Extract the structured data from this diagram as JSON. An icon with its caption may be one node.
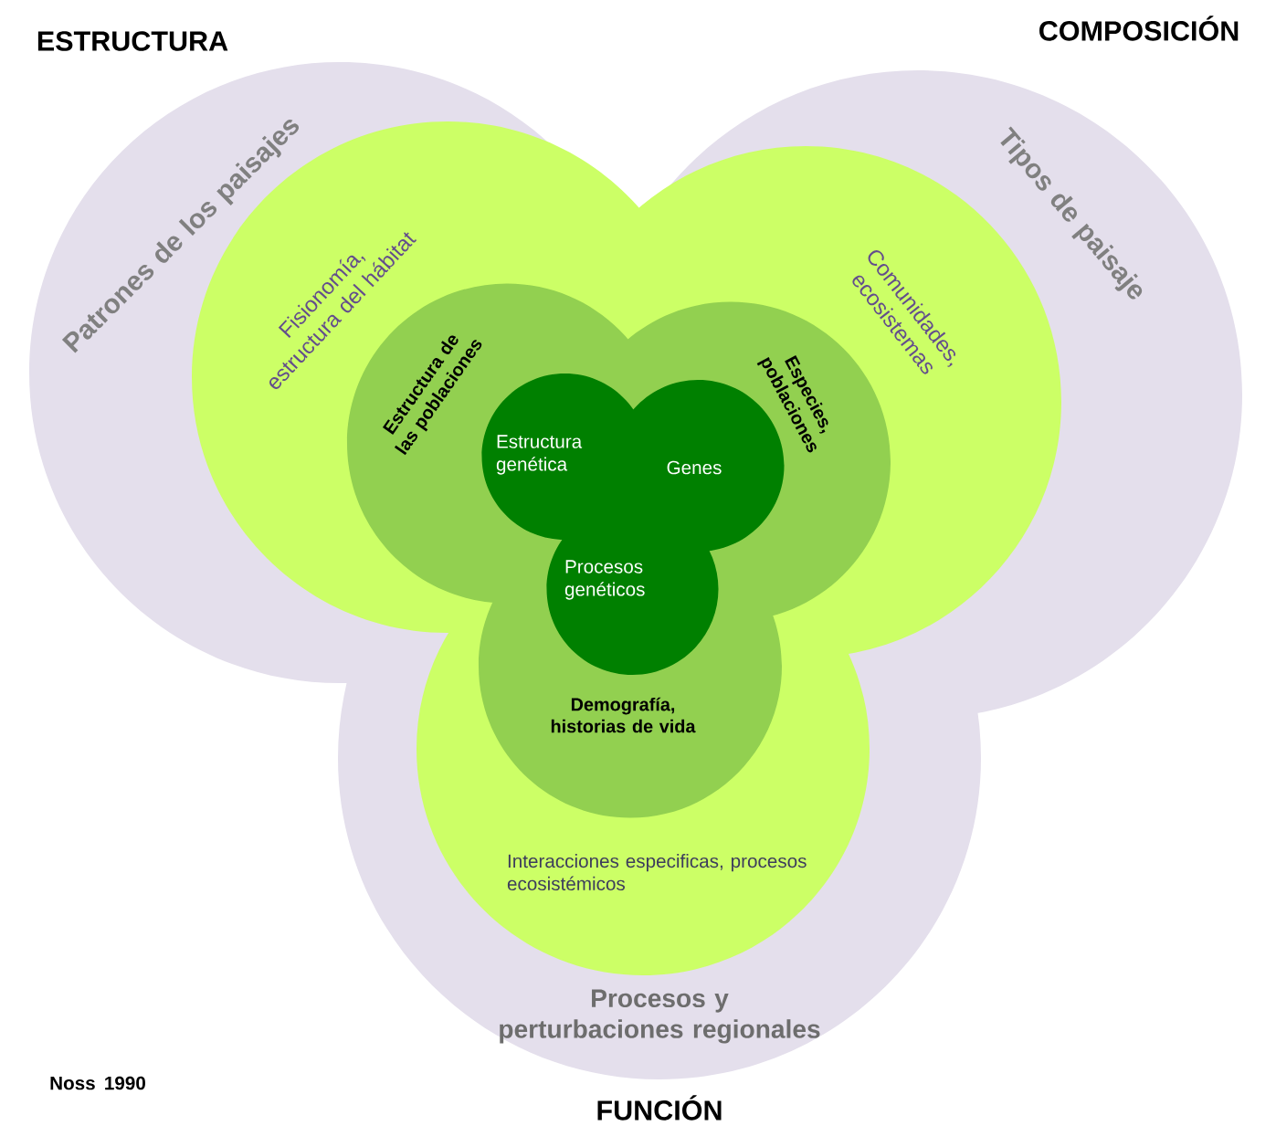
{
  "diagram": {
    "nodes": [
      {
        "text": [
          "Patrones de los paisajes",
          "Tipos de paisaje",
          "Procesos y perturbaciones regionales"
        ]
      },
      {
        "text": [
          "Fisionomía, estructura del hábitat",
          "Comunidades, ecosistemas",
          "Interacciones especificas, procesos ecosistémicos"
        ],
        "in": 0
      },
      {
        "text": [
          "Estructura de las poblaciones",
          "Especies, poblaciones",
          "Demografía, historias de vida"
        ],
        "in": 1
      },
      {
        "text": [
          "Estructura genética",
          "Genes",
          "Procesos genéticos"
        ],
        "in": 2
      }
    ],
    "labels": [
      "ESTRUCTURA",
      "COMPOSICIÓN",
      "FUNCIÓN",
      "Noss 1990"
    ]
  }
}
